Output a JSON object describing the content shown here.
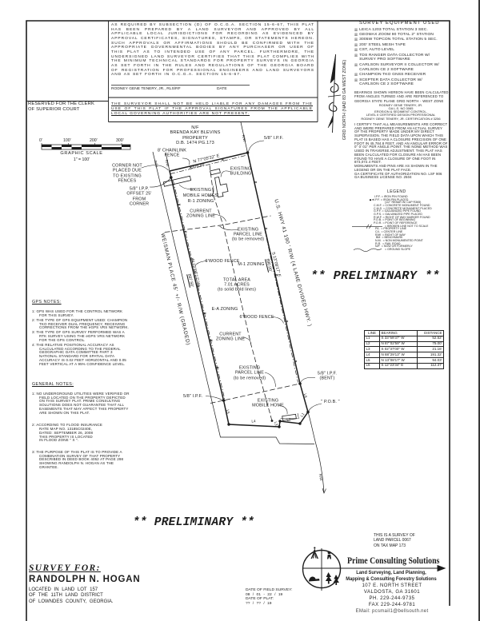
{
  "ink": "#1d1d1d",
  "clerk_note": "RESERVED FOR THE CLERK\nOF SUPERIOR COURT",
  "certification": {
    "body": "AS REQUIRED BY SUBSECTION (D) OF O.C.G.A. SECTION 15-6-67, THIS PLAT HAS BEEN PREPARED BY A LAND SURVEYOR AND APPROVED BY ALL APPLICABLE LOCAL JURISDICTIONS FOR RECORDING AS EVIDENCED BY APPROVAL CERTIFICATES, SIGNATURES, STAMPS, OR STATEMENTS HEREON. SUCH APPROVALS OR AFFIRMATIONS SHOULD BE CONFIRMED WITH THE APPROPRIATE GOVERNMENTAL BODIES BY ANY PURCHASER OR USER OF THIS PLAT AS TO INTENDED USE OF ANY PARCEL. FURTHERMORE, THE UNDERSIGNED LAND SURVEYOR CERTIFIES THAT THIS PLAT COMPLIES WITH THE MINIMUM TECHNICAL STANDARDS FOR PROPERTY SURVEYS IN GEORGIA AS SET FORTH IN THE RULES AND REGULATIONS OF THE GEORGIA BOARD OF REGISTRATION FOR PROFESSIONAL ENGINEERS AND LAND SURVEYORS AND AS SET FORTH IN O.C.G.A. SECTION 15-6-67.",
    "signer": "RODNEY GENE TENERY, JR., RLS/RF",
    "date_label": "DATE",
    "disclaimer": "THE SURVEYOR SHALL NOT BE HELD LIABLE FOR ANY DAMAGES FROM THE USE OF THIS PLAT IF THE APPROVAL SIGNATURES FROM THE APPLICABLE LOCAL GOVERNING AUTHORITIES ARE NOT PRESENT."
  },
  "equipment": {
    "title": "SURVEY EQUIPMENT USED",
    "checkbox": "☒",
    "items": [
      "LEICA 1203 TOTAL STATION 3 SEC.",
      "GEOMAX ZOOM 90 TOTAL 2\" STATION",
      "3005W TOPCON TOTAL STATION 5 SEC.",
      "200' STEEL MESH TAPE",
      "CST, AUTO LEVEL",
      "TDS RANGER DATA COLLECTOR W/\nSURVEY PRO SOFTWARE",
      "CARLSON SURVEYOR II COLLECTOR W/\nCARLSON CE 2 SOFTWARE",
      "CHAMPION TKO GNSS RECEIVER",
      "SCEPTER DATA COLLECTOR W/\nCARLSON CE 2 SOFTWARE"
    ]
  },
  "bearings_note": "BEARINGS SHOWN HEREON HAVE BEEN CALCULATED\nFROM ANGLES TURNED AND ARE REFERENCED TO\nGEORGIA STATE PLANE GRID NORTH - WEST ZONE",
  "surveyor_block": "RODNEY GENE TENERY, JR.\nGA L.S. NO 3065\nEROSION & SEDIMENT CONTROL,\nLEVEL II CERTIFIED DESIGN PROFESSIONAL\nRODNEY GENE TENERY, JR. CERTIFICATION # 3256",
  "certify_statement": "I CERTIFY THAT ALL MEASUREMENTS ARE CORRECT AND WERE PREPARED FROM AN ACTUAL SURVEY OF THE PROPERTY MADE UNDER MY DIRECT SUPERVISION. THE FIELD DATA UPON WHICH THIS PLAT IS BASED HAS A CLOSURE PRECISION OF ONE FOOT IN 45,784.8 FEET, AND AN ANGULAR ERROR OF 0° 0' 01\" PER ANGLE POINT. THE NONE METHOD WAS USED IN TRAVERSE ADJUSTMENT. THIS PLAT HAS BEEN CALCULATED FOR CLOSURE AN HAS BEEN FOUND TO HAVE A CLOSURE OF ONE FOOT IN 873,072.4 FEET.\nMONUMENTS AND PINS ARE AS SHOWN IN THE\nLEGEND OR ON THE PLAT FACE.\nGA CERTIFICATE OF AUTHORIZATION NO. LSF 906\nGA BUSINESS LICENSE NO. 2504",
  "grid_north_label": "GRID NORTH (NAD 83 GA WEST ZONE)",
  "scale_bar": {
    "ticks": [
      "0'",
      "100'",
      "200'",
      "300'"
    ],
    "title": "GRAPHIC SCALE",
    "ratio": "1\" = 100'"
  },
  "legend": {
    "title": "LEGEND",
    "items": [
      "I.P.F. = IRON PIN FOUND",
      "●I.P.F. = IRON PIN PLACED",
      "             (1/2\" REBAR W/ CAP R365)",
      "C.M.F. = CONCRETE MONUMENT FOUND",
      "C.M.S. = CONCRETE MONUMENT PLACED",
      "G.P.F. = GALVANIZED PIPE FOUND",
      "G.P.S. = GALVANIZED PIPE PLACED",
      "R.W.F. = RIGHT OF WAY MARKER FOUND",
      "P.O.B. = POINT OF BEGINNING",
      "P.O.R. = POINT OF REFERENCE",
      "= BROKEN LINE NOT TO SCALE",
      "P/L  = PROPERTY LINE",
      "C/L  = CENTER LINE",
      "R/W  = RIGHT OF WAY",
      "BM  = BENCHMARK",
      "N.M.  = NON MONUMENTED POINT",
      "R.R.  = RAIL ROAD",
      "N/F  = NOW OR FORMERLY",
      "= GROUND SLOPE"
    ]
  },
  "preliminary": {
    "right": "**  PRELIMINARY  **",
    "bottom": "**  PRELIMINARY  **"
  },
  "gps_notes": {
    "title": "GPS NOTES:",
    "items": [
      "1: GPS WAS USED FOR THE CONTROL NETWORK FOR THIS SURVEY.",
      "2: THE TYPE OF GPS EQUIPMENT USED: CHAMPION TKO RECEIVER DUAL FREQUENCY, RECEIVING CORRECTIONS FROM THE eGPS VRS NETWORK.",
      "3: THE TYPE OF GPS SURVEY PERFORMED WAS A RTK SURVEY USING THE eGPS VRS NETWORK FOR THE GPS CONTROL.",
      "4: THE RELATIVE POSITIONAL ACCURACY AS CALCULATED ACCORDING TO THE FEDERAL GEOGRAPHIC DATA COMMITTEE PART 3 NATIONAL STANDARD FOR SPATIAL DATA ACCURACY IS 0.02 FEET HORIZONTAL AND 0.05 FEET VERTICAL AT A 95% CONFIDENCE LEVEL."
    ]
  },
  "general_notes": {
    "title": "GENERAL NOTES:",
    "items": [
      "1: NO UNDERGROUND UTILITIES WERE VERIFIED OR FIELD LOCATED ON THE PROPERTY DEPICTED ON THIS SURVEY PLAT. PRIME CONSULTING SOLUTIONS DOES NOT GUARANTEE THAT ALL EASEMENTS THAT MAY AFFECT THIS PROPERTY ARE SHOWN ON THIS PLAT.",
      "2: ACCORDING TO FLOOD INSURANCE\nRATE MAP NO. 13185C0240E,\nDATED: SEPTEMBER 26, 2008\nTHIS PROPERTY IS LOCATED\nIN FLOOD ZONE \" X \".",
      "3: THE PURPOSE OF THIS PLAT IS TO PROVIDE A COMBINATION SURVEY OF THAT PROPERTY DESCRIBED IN DEED BOOK 4052 AT PAGE 298 SHOWING RANDOLPH N. HOGAN AS THE GRANTEE."
    ]
  },
  "line_table": {
    "headers": [
      "LINE",
      "BEARING",
      "DISTANCE"
    ],
    "rows": [
      {
        "line": "L1",
        "bearing": "S 33°59'37\" W",
        "distance": "52.52'"
      },
      {
        "line": "L2",
        "bearing": "N 87°02'59\" W",
        "distance": "75.00'"
      },
      {
        "line": "L3",
        "bearing": "S 02°37'00\" W",
        "distance": "21.16'"
      },
      {
        "line": "L4",
        "bearing": "N 88°29'13\" W",
        "distance": "191.32'"
      },
      {
        "line": "L5",
        "bearing": "N 13°08'17\" W",
        "distance": "94.03'"
      },
      {
        "line": "L6",
        "bearing": "S 12°23'34\" E",
        "distance": "112.37'"
      }
    ]
  },
  "plat": {
    "nf_property": "N/F\nBRENDA KAY BLEVINS\nPROPERTY\nD.B. 1474 PG.173",
    "chainlink_fence": "8' CHAINLINK\nFENCE",
    "ipf_ne": "5/8\" I.P.F.",
    "corner_not_placed": "CORNER NOT\nPLACED DUE\nTO EXISTING\nFENCES",
    "ipp_offset": "5/8\" I.P.P.\nOFFSET 25'\nFROM\nCORNER",
    "bearing_north": "N 77°05'32\" E",
    "dist_north": "309.48'",
    "existing_building": "EXISTING\nBUILDING",
    "existing_mobile_homes": "EXISTING\nMOBILE HOMES'\nR-1 ZONING",
    "current_zoning_line": "CURRENT\nZONING LINE",
    "existing_parcel_line": "EXISTING\nPARCEL LINE\n(to be removed)",
    "wood_fence": "6'WOOD FENCE",
    "m1_zoning": "M-1 ZONING",
    "ea_zoning": "E-A ZONING",
    "total_area": "TOTAL AREA\n7.01 ACRES\n(to solid bold lines)",
    "weisman_place": "WEISMAN PLACE 45' +/- R/W (GRADED)",
    "us_hwy": "U.S. HWY 41 190 ' R/W (4 LANE DIVIDED HWY. )",
    "bearing_west": "N 13°08'17\" W",
    "dist_west": "887.50'",
    "bearing_east": "S 13°08'17\" E",
    "dist_east": "890.00'",
    "ipf_sw": "5/8\" I.P.F.",
    "ipf_bent": "5/8\" I.P.F.\n(BENT)",
    "pob": "\" P.O.B. \"",
    "existing_mobile_home": "EXISTING\nMOBILE HOME",
    "rw": "R/W",
    "l1": "L1",
    "l2": "L2",
    "l3": "L3",
    "l4": "L4",
    "l5": "L5",
    "l6": "L6"
  },
  "title_block": {
    "survey_for": "SURVEY FOR:",
    "client": "RANDOLPH N. HOGAN",
    "located": "LOCATED IN LAND LOT 157\nOF THE 11TH LAND DISTRICT\nOF LOWNDES COUNTY, GEORGIA.",
    "date_field_label": "DATE OF FIELD SURVEY:",
    "date_field_value": "08 / 01 - 22 / 19",
    "date_plat_label": "DATE OF PLAT:",
    "date_plat_value": "?? / ?? / 19",
    "parcel_note": "THIS IS A SURVEY OF\nLAND PARCEL 0067\nON TAX MAP 173",
    "company": "Prime Consulting Solutions",
    "tagline1": "Land Surveying, Land Planning,",
    "tagline2": "Mapping & Consulting Forestry Solutions",
    "address": "107 E. NORTH STREET",
    "city": "VALDOSTA, GA 31601",
    "phone": "PH. 229-244-9735",
    "fax": "FAX 229-244-9781",
    "email": "EMail: pcsmail1@bellsouth.net"
  }
}
